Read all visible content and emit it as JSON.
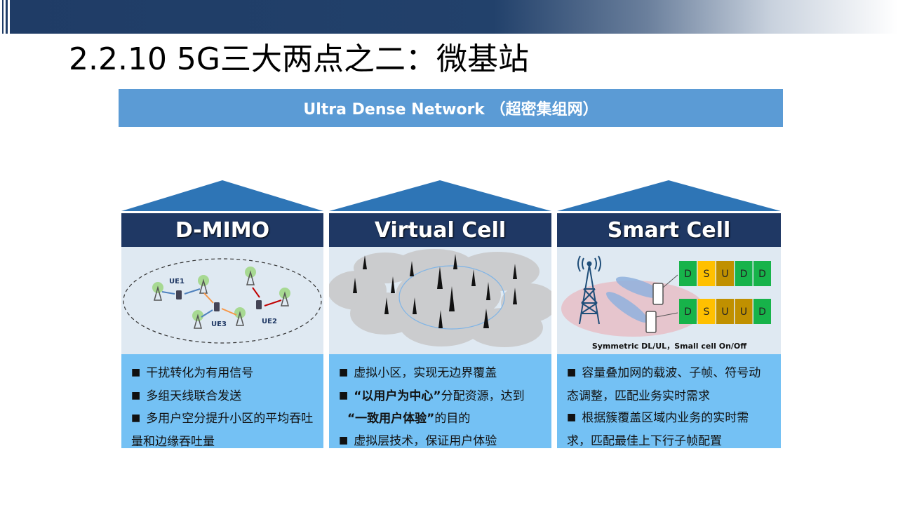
{
  "title": "2.2.10 5G三大两点之二：微基站",
  "banner": "Ultra Dense Network （超密集组网）",
  "columns": [
    {
      "heading": "D-MIMO",
      "labels": {
        "ue1": "UE1",
        "ue2": "UE2",
        "ue3": "UE3"
      },
      "bullets": [
        "干扰转化为有用信号",
        "多组天线联合发送",
        "多用户空分提升小区的平均吞吐量和边缘吞吐量"
      ]
    },
    {
      "heading": "Virtual Cell",
      "bullets": [
        {
          "pre": "虚拟小区，实现无边界覆盖",
          "bold": "",
          "post": ""
        },
        {
          "pre": "",
          "bold": "“以用户为中心”",
          "post": "分配资源，达到"
        },
        {
          "pre": "",
          "bold": "“一致用户体验”",
          "post": "的目的"
        },
        {
          "pre": "虚拟层技术，保证用户体验",
          "bold": "",
          "post": ""
        }
      ]
    },
    {
      "heading": "Smart Cell",
      "caption": "Symmetric DL/UL，Small cell On/Off",
      "frames_top": [
        "D",
        "S",
        "U",
        "D",
        "D"
      ],
      "frames_bottom": [
        "D",
        "S",
        "U",
        "U",
        "D"
      ],
      "bullets": [
        "容量叠加网的载波、子帧、符号动态调整，匹配业务实时需求",
        "根据簇覆盖区域内业务的实时需求，匹配最佳上下行子帧配置"
      ]
    }
  ],
  "colors": {
    "header_bg": "#1f3864",
    "banner_bg": "#5b9bd5",
    "text_panel_bg": "#74c1f4",
    "frame_green": "#17b34a",
    "frame_gold": "#ffc000",
    "frame_dark_gold": "#c09000"
  }
}
